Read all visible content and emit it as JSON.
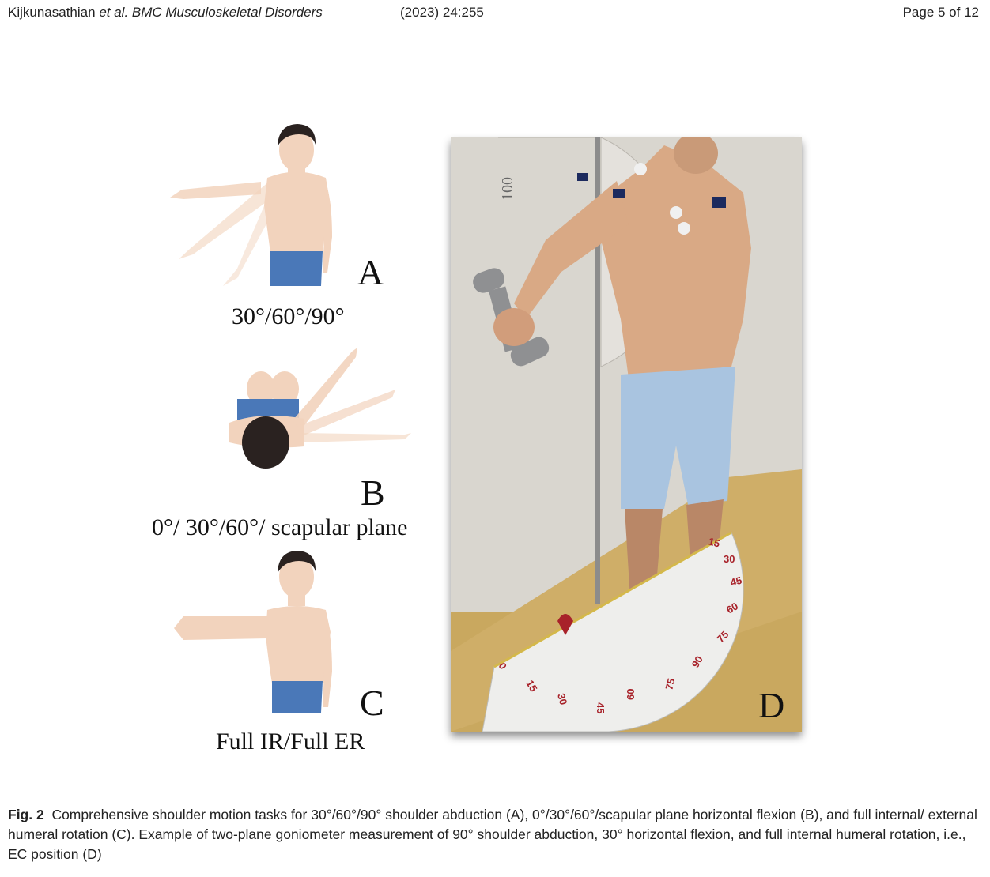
{
  "header": {
    "authors": "Kijkunasathian",
    "etal_journal": "et al. BMC Musculoskeletal Disorders",
    "year_volume": "(2023) 24:255",
    "page": "Page 5 of 12"
  },
  "figure": {
    "panels": [
      {
        "letter": "A",
        "caption": "30°/60°/90°"
      },
      {
        "letter": "B",
        "caption": "0°/ 30°/60°/ scapular plane"
      },
      {
        "letter": "C",
        "caption": "Full IR/Full ER"
      },
      {
        "letter": "D"
      }
    ],
    "goniometer_upper_label": "100",
    "goniometer_ticks": [
      "0",
      "15",
      "30",
      "45",
      "60",
      "75",
      "90",
      "75",
      "60",
      "45",
      "30",
      "15"
    ]
  },
  "caption": {
    "label": "Fig. 2",
    "text": "Comprehensive shoulder motion tasks for 30°/60°/90° shoulder abduction (A), 0°/30°/60°/scapular plane horizontal flexion (B), and full internal/ external humeral rotation (C). Example of two-plane goniometer measurement of 90° shoulder abduction, 30° horizontal flexion, and full internal humeral rotation, i.e., EC position (D)"
  },
  "colors": {
    "skin": "#f2d3bd",
    "hair": "#2a2220",
    "shorts": "#4a78b8",
    "wall": "#d9d6cf",
    "floor": "#c9a85f",
    "gown": "#a9c4e0",
    "goniometer_red": "#a8222a"
  }
}
